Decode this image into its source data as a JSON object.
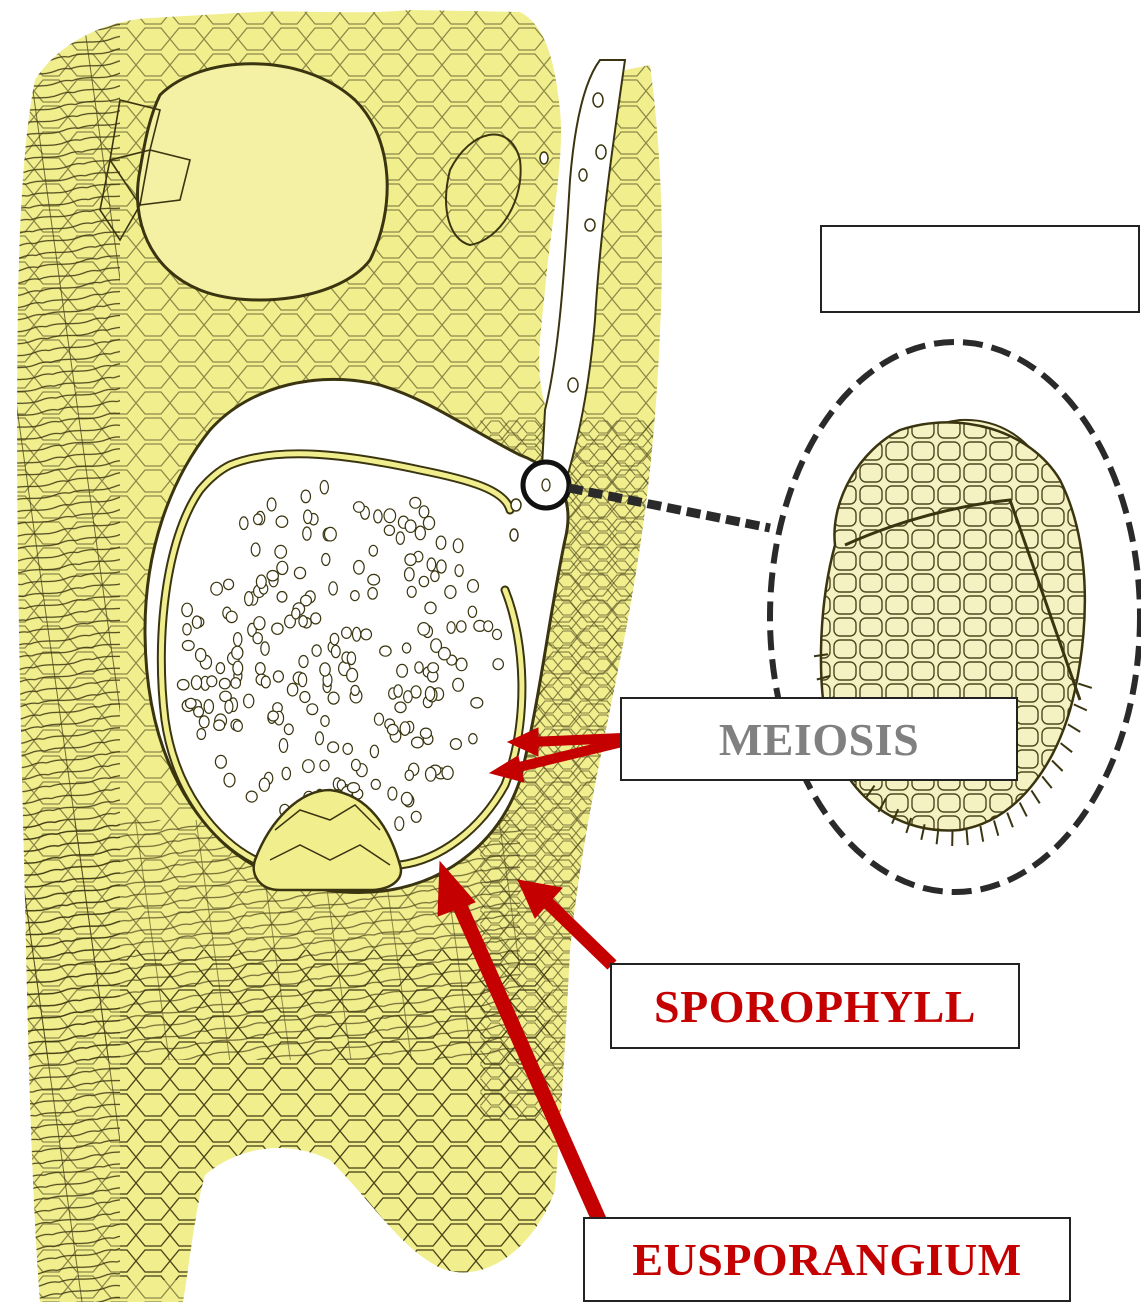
{
  "labels": {
    "blank": "",
    "meiosis": "MEIOSIS",
    "sporophyll": "SPOROPHYLL",
    "eusporangium": "EUSPORANGIUM"
  },
  "colors": {
    "tissue_fill": "#f1ee8e",
    "tissue_fill_light": "#f7f4b4",
    "cell_line": "#3a3510",
    "arrow": "#c40000",
    "meiosis_text": "#808080",
    "red_label_text": "#c40000",
    "dashed_leader": "#2a2a2a"
  },
  "icons": {
    "arrow": "red-arrow-icon",
    "magnifier_circle": "magnify-circle-icon"
  }
}
